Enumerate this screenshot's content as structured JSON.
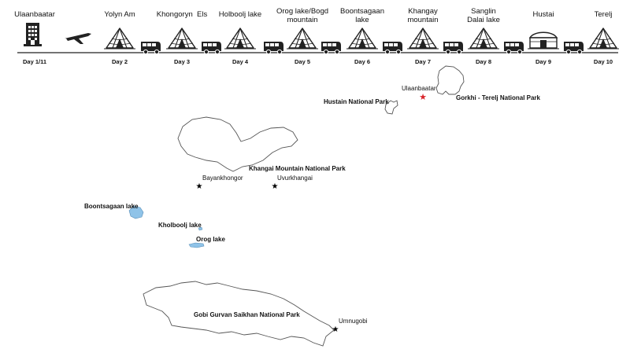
{
  "itinerary": {
    "stops": [
      {
        "name": "Ulaanbaatar",
        "day": "Day 1/11",
        "icon": "hotel-icon"
      },
      {
        "name": "Yolyn Am",
        "day": "Day 2",
        "icon": "tent-icon"
      },
      {
        "name": "Khongoryn  Els",
        "day": "Day 3",
        "icon": "tent-icon"
      },
      {
        "name": "Holboolj lake",
        "day": "Day 4",
        "icon": "tent-icon"
      },
      {
        "name": "Orog lake/Bogd\nmountain",
        "day": "Day 5",
        "icon": "tent-icon"
      },
      {
        "name": "Boontsagaan\nlake",
        "day": "Day 6",
        "icon": "tent-icon"
      },
      {
        "name": "Khangay\nmountain",
        "day": "Day 7",
        "icon": "tent-icon"
      },
      {
        "name": "Sanglin\nDalai lake",
        "day": "Day 8",
        "icon": "tent-icon"
      },
      {
        "name": "Hustai",
        "day": "Day 9",
        "icon": "yurt-icon"
      },
      {
        "name": "Terelj",
        "day": "Day 10",
        "icon": "tent-icon"
      }
    ],
    "transport_icons": [
      "airplane-icon",
      "van-icon"
    ]
  },
  "map": {
    "parks": {
      "hustain": "Hustain National Park",
      "gorkhi": "Gorkhi - Terelj National Park",
      "khangai": "Khangai Mountain National Park",
      "gobi": "Gobi Gurvan Saikhan National Park"
    },
    "cities": {
      "ulaanbaatar": "Ulaanbaatar",
      "bayankhongor": "Bayankhongor",
      "uvurkhangai": "Uvurkhangai",
      "umnugobi": "Umnugobi"
    },
    "lakes": {
      "boontsagaan": "Boontsagaan lake",
      "kholboolj": "Kholboolj lake",
      "orog": "Orog lake"
    },
    "colors": {
      "capital_star": "#d9242a",
      "city_star": "#000000",
      "lake_fill": "#8fc3e8",
      "outline": "#555555"
    }
  }
}
